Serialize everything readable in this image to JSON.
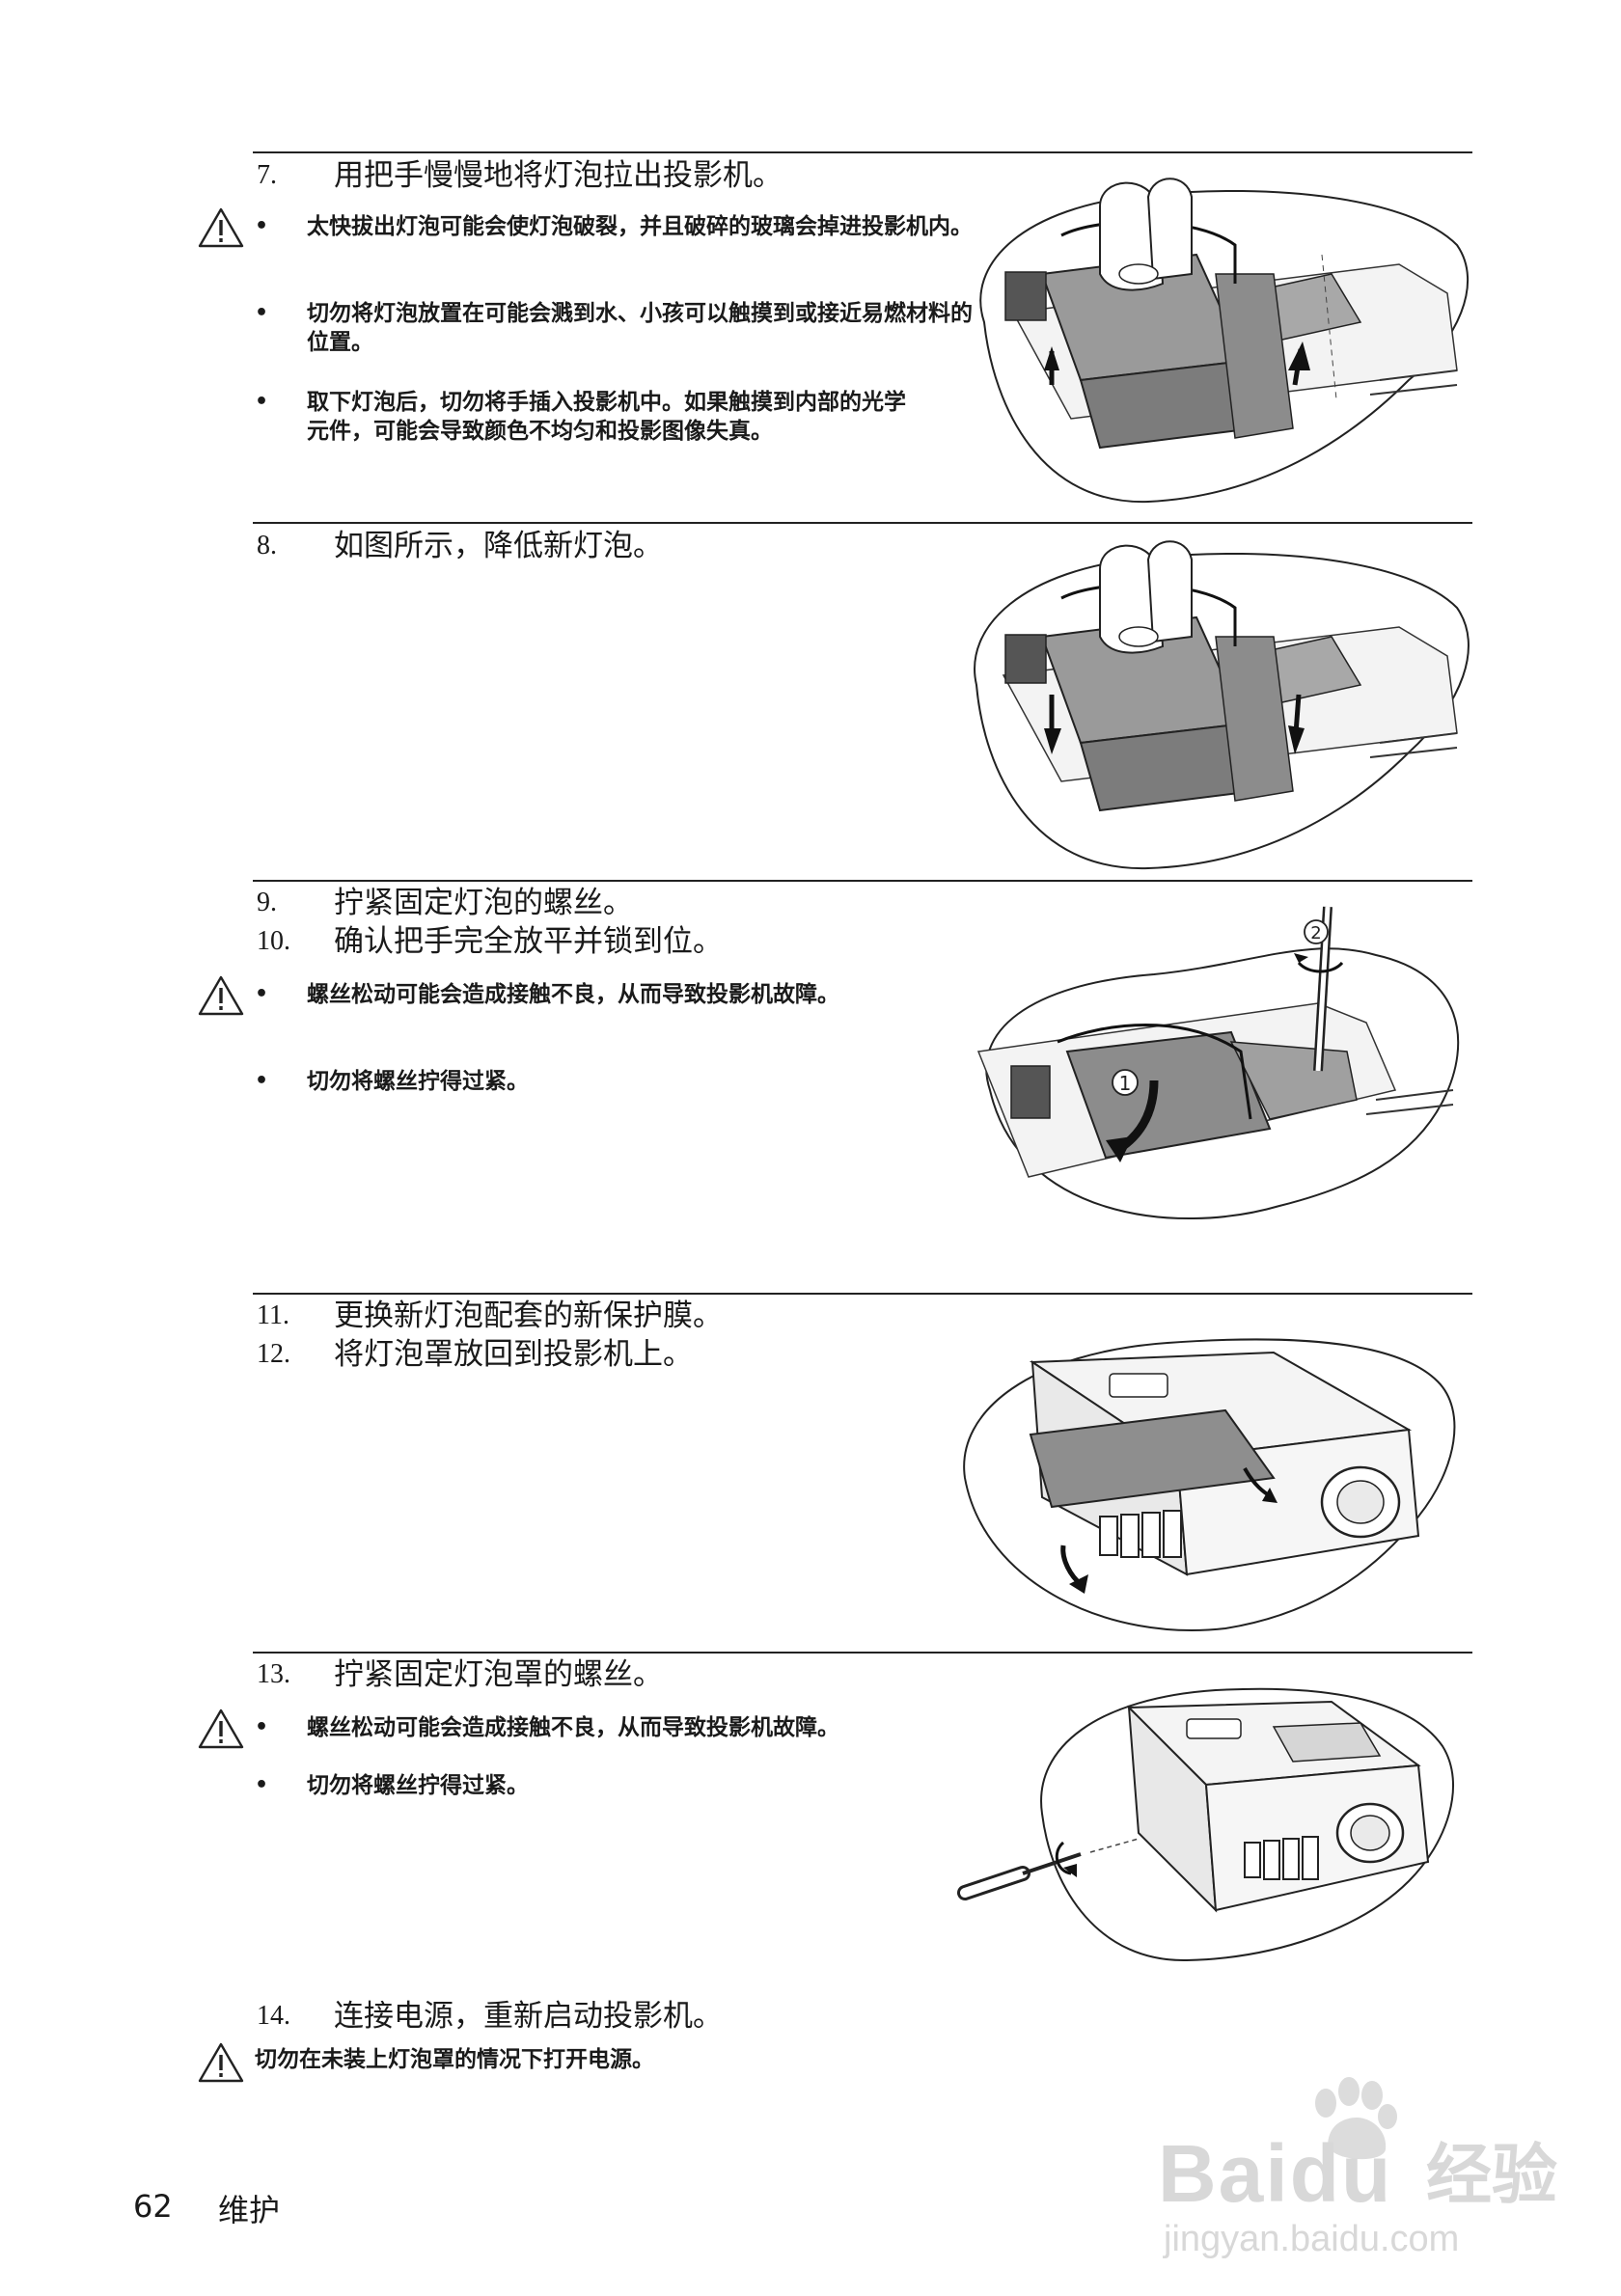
{
  "steps": {
    "s7": {
      "num": "7.",
      "text": "用把手慢慢地将灯泡拉出投影机。"
    },
    "s8": {
      "num": "8.",
      "text": "如图所示，降低新灯泡。"
    },
    "s9": {
      "num": "9.",
      "text": "拧紧固定灯泡的螺丝。"
    },
    "s10": {
      "num": "10.",
      "text": "确认把手完全放平并锁到位。"
    },
    "s11": {
      "num": "11.",
      "text": "更换新灯泡配套的新保护膜。"
    },
    "s12": {
      "num": "12.",
      "text": "将灯泡罩放回到投影机上。"
    },
    "s13": {
      "num": "13.",
      "text": "拧紧固定灯泡罩的螺丝。"
    },
    "s14": {
      "num": "14.",
      "text": "连接电源，重新启动投影机。"
    }
  },
  "warnings": {
    "w7": [
      "太快拔出灯泡可能会使灯泡破裂，并且破碎的玻璃会掉进投影机内。",
      "切勿将灯泡放置在可能会溅到水、小孩可以触摸到或接近易燃材料的位置。",
      "取下灯泡后，切勿将手插入投影机中。如果触摸到内部的光学元件，可能会导致颜色不均匀和投影图像失真。"
    ],
    "w10": [
      "螺丝松动可能会造成接触不良，从而导致投影机故障。",
      "切勿将螺丝拧得过紧。"
    ],
    "w13": [
      "螺丝松动可能会造成接触不良，从而导致投影机故障。",
      "切勿将螺丝拧得过紧。"
    ],
    "w14": "切勿在未装上灯泡罩的情况下打开电源。"
  },
  "bullet_char": "•",
  "callouts": {
    "one": "1",
    "two": "2"
  },
  "footer": {
    "page_number": "62",
    "section": "维护"
  },
  "watermark": {
    "brand_a": "Bai",
    "brand_b": "du",
    "brand_c": "经验",
    "url": "jingyan.baidu.com"
  },
  "icons": {
    "warning": "warning-triangle-icon",
    "paw": "baidu-paw-icon"
  }
}
